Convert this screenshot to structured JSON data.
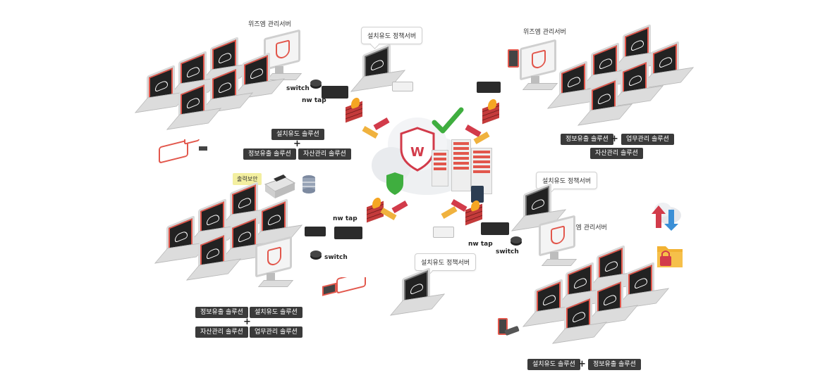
{
  "server_labels": {
    "top_left": "위즈엠 관리서버",
    "top_right": "위즈엠 관리서버",
    "mid_right": "위즈엠 관리서버"
  },
  "bubbles": {
    "top_center": "설치유도 정책서버",
    "right": "설치유도 정책서버",
    "bottom_center": "설치유도 정책서버"
  },
  "hw_labels": {
    "switch_tl": "switch",
    "nwtap_tl": "nw tap",
    "nwtap_bl": "nw tap",
    "switch_bl": "switch",
    "nwtap_br": "nw tap",
    "switch_br": "switch"
  },
  "print_security": "출력보안",
  "tags": {
    "tl_install": "설치유도 솔루션",
    "tl_leak": "정보유출 솔루션",
    "tl_asset": "자산관리 솔루션",
    "tr_leak": "정보유출 솔루션",
    "tr_work": "업무관리 솔루션",
    "tr_asset": "자산관리 솔루션",
    "bl_leak": "정보유출 솔루션",
    "bl_install": "설치유도 솔루션",
    "bl_asset": "자산관리 솔루션",
    "bl_work": "업무관리 솔루션",
    "br_install": "설치유도 솔루션",
    "br_leak": "정보유출 솔루션"
  },
  "plus": "+",
  "colors": {
    "accent_red": "#e2574c",
    "arrow_red": "#d23b4a",
    "arrow_yellow": "#f0b23e",
    "check_green": "#3fae3f",
    "tag_bg": "#3a3a3a"
  }
}
